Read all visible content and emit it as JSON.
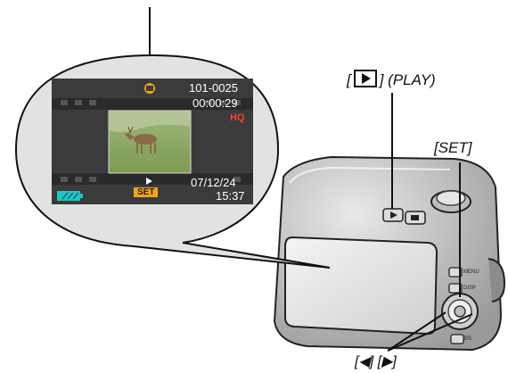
{
  "callouts": {
    "play_pre": "[",
    "play_post": "] (PLAY)",
    "set": "[SET]",
    "arrows": "[◀] [▶]"
  },
  "screen": {
    "file_number": "101-0025",
    "movie_time": "00:00:29",
    "quality": "HQ",
    "date": "07/12/24",
    "time": "15:37",
    "set_label": "SET"
  },
  "camera": {
    "menu_label": "MENU",
    "disp_label": "DISP",
    "bs_label": "BS"
  },
  "colors": {
    "screen_bg": "#3b3b3b",
    "accent_orange": "#f2a31b",
    "quality_red": "#ff3b2e",
    "battery_cyan": "#20c6c2"
  }
}
